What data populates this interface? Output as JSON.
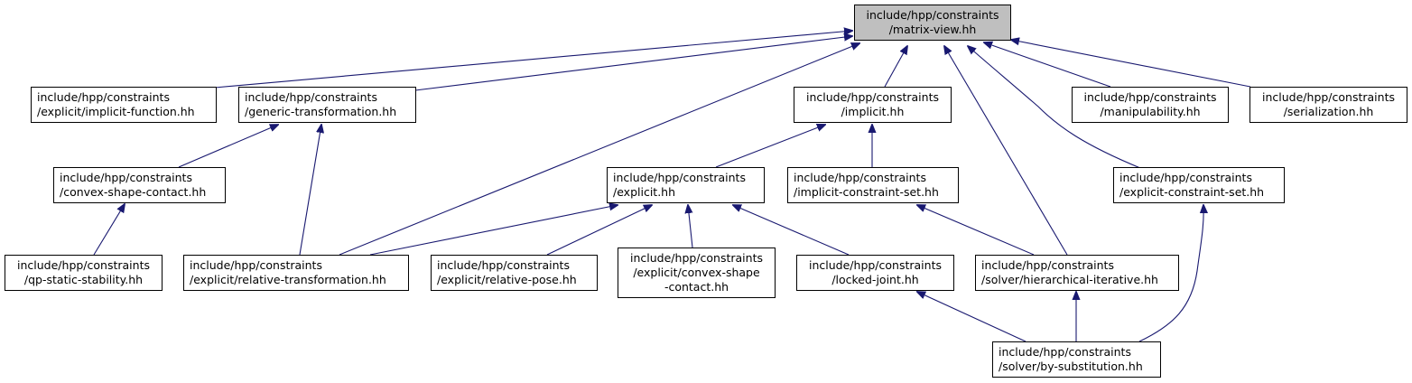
{
  "colors": {
    "edge": "#191970",
    "root_fill": "#bfbfbf",
    "node_fill": "#ffffff",
    "border": "#000000"
  },
  "nodes": {
    "matrix_view": [
      "include/hpp/constraints",
      "/matrix-view.hh"
    ],
    "implicit_function": [
      "include/hpp/constraints",
      "/explicit/implicit-function.hh"
    ],
    "generic_transformation": [
      "include/hpp/constraints",
      "/generic-transformation.hh"
    ],
    "implicit": [
      "include/hpp/constraints",
      "/implicit.hh"
    ],
    "manipulability": [
      "include/hpp/constraints",
      "/manipulability.hh"
    ],
    "serialization": [
      "include/hpp/constraints",
      "/serialization.hh"
    ],
    "convex_shape_contact": [
      "include/hpp/constraints",
      "/convex-shape-contact.hh"
    ],
    "explicit": [
      "include/hpp/constraints",
      "/explicit.hh"
    ],
    "implicit_constraint_set": [
      "include/hpp/constraints",
      "/implicit-constraint-set.hh"
    ],
    "explicit_constraint_set": [
      "include/hpp/constraints",
      "/explicit-constraint-set.hh"
    ],
    "qp_static_stability": [
      "include/hpp/constraints",
      "/qp-static-stability.hh"
    ],
    "relative_transformation": [
      "include/hpp/constraints",
      "/explicit/relative-transformation.hh"
    ],
    "relative_pose": [
      "include/hpp/constraints",
      "/explicit/relative-pose.hh"
    ],
    "explicit_convex_shape_contact": [
      "include/hpp/constraints",
      "/explicit/convex-shape",
      "-contact.hh"
    ],
    "locked_joint": [
      "include/hpp/constraints",
      "/locked-joint.hh"
    ],
    "hierarchical_iterative": [
      "include/hpp/constraints",
      "/solver/hierarchical-iterative.hh"
    ],
    "by_substitution": [
      "include/hpp/constraints",
      "/solver/by-substitution.hh"
    ]
  }
}
